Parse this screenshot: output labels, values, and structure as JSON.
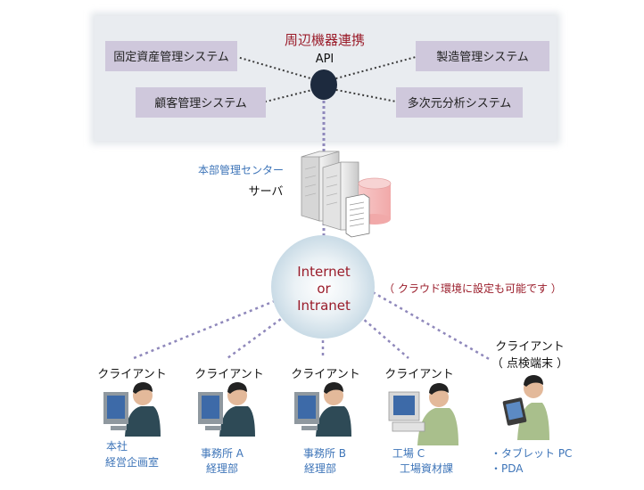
{
  "peripheral": {
    "title": "周辺機器連携",
    "api_label": "API",
    "systems": [
      "固定資産管理システム",
      "顧客管理システム",
      "製造管理システム",
      "多次元分析システム"
    ]
  },
  "server": {
    "caption": "本部管理センター",
    "label": "サーバ"
  },
  "network": {
    "line1": "Internet",
    "line2": "or",
    "line3": "Intranet",
    "note": "（ クラウド環境に設定も可能です ）"
  },
  "clients": [
    {
      "title": "クライアント",
      "location": [
        "本社",
        "経営企画室"
      ]
    },
    {
      "title": "クライアント",
      "location": [
        "事務所 A",
        "経理部"
      ]
    },
    {
      "title": "クライアント",
      "location": [
        "事務所 B",
        "経理部"
      ]
    },
    {
      "title": "クライアント",
      "location": [
        "工場 C",
        "工場資材課"
      ]
    },
    {
      "title": "クライアント",
      "title2": "（ 点検端末 ）",
      "location": [
        "・タブレット PC",
        "・PDA"
      ]
    }
  ],
  "colors": {
    "panel": "#e9ecf0",
    "system_box": "#cfc8dc",
    "hub": "#1d2a3e",
    "accent_red": "#9a1c2a",
    "link_blue": "#3d74b8",
    "dotted": "#8f88bb"
  }
}
